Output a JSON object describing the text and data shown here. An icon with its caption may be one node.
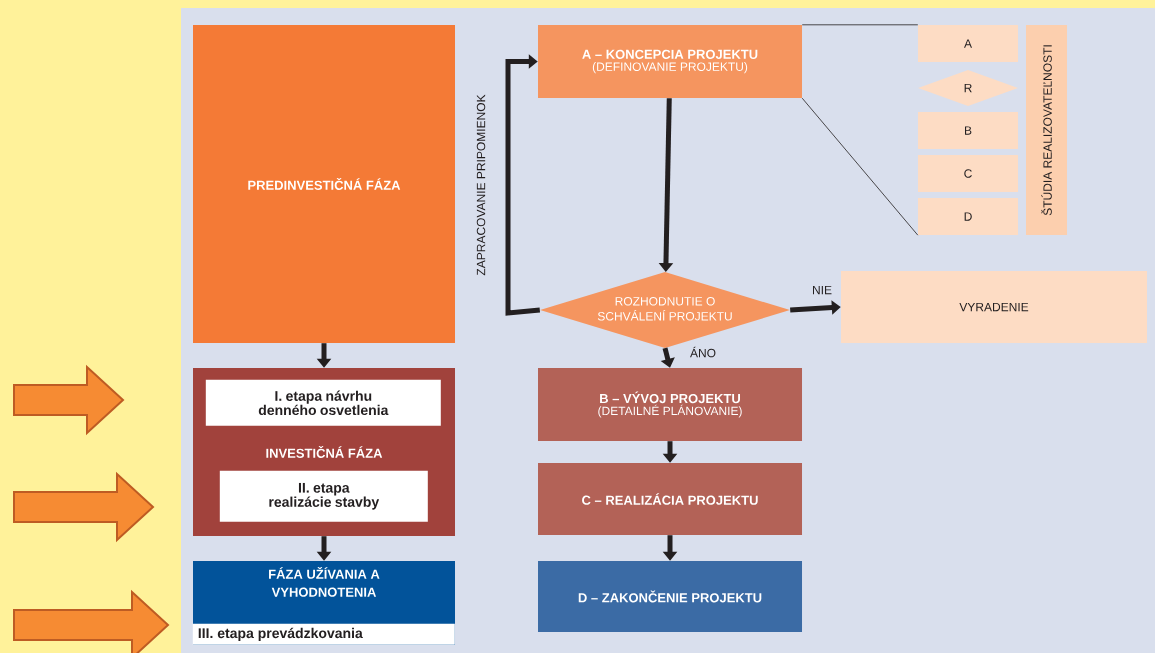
{
  "diagram": {
    "nodes": [
      {
        "text": [
          "PREDINVESTIČNÁ FÁZA"
        ]
      },
      {
        "text": [
          "INVESTIČNÁ FÁZA"
        ]
      },
      {
        "text": [
          "I. etapa návrhu denného osvetlenia"
        ],
        "in": 1
      },
      {
        "text": [
          "II. etapa realizácie stavby"
        ],
        "in": 1
      },
      {
        "text": [
          "FÁZA UŽÍVANIA A VYHODNOTENIA"
        ]
      },
      {
        "text": [
          "III. etapa prevádzkovania"
        ],
        "in": 4
      },
      {
        "text": [
          "A – KONCEPCIA PROJEKTU",
          "(DEFINOVANIE PROJEKTU)"
        ]
      },
      {
        "text": [
          "ROZHODNUTIE O SCHVÁLENÍ PROJEKTU"
        ]
      },
      {
        "text": [
          "VYRADENIE"
        ]
      },
      {
        "text": [
          "B – VÝVOJ PROJEKTU",
          "(DETAILNÉ PLÁNOVANIE)"
        ]
      },
      {
        "text": [
          "C – REALIZÁCIA PROJEKTU"
        ]
      },
      {
        "text": [
          "D – ZAKONČENIE PROJEKTU"
        ]
      },
      {
        "text": [
          "A"
        ]
      },
      {
        "text": [
          "R"
        ]
      },
      {
        "text": [
          "B"
        ]
      },
      {
        "text": [
          "C"
        ]
      },
      {
        "text": [
          "D"
        ]
      },
      {
        "text": [
          "ŠTÚDIA REALIZOVATEĽNOSTI"
        ]
      }
    ],
    "edges": [
      {
        "from": 0,
        "to": 1,
        "arrow": "to"
      },
      {
        "from": 1,
        "to": 4,
        "arrow": "to"
      },
      {
        "from": 6,
        "to": 7,
        "arrow": "to"
      },
      {
        "from": 7,
        "to": 8,
        "arrow": "to",
        "label": "NIE"
      },
      {
        "from": 7,
        "to": 6,
        "arrow": "to",
        "label": "ZAPRACOVANIE PRIPOMIENOK"
      },
      {
        "from": 7,
        "to": 9,
        "arrow": "to",
        "label": "ÁNO"
      },
      {
        "from": 9,
        "to": 10,
        "arrow": "to"
      },
      {
        "from": 10,
        "to": 11,
        "arrow": "to"
      },
      {
        "from": 6,
        "to": 12,
        "arrow": "none"
      },
      {
        "from": 6,
        "to": 16,
        "arrow": "none"
      }
    ]
  }
}
